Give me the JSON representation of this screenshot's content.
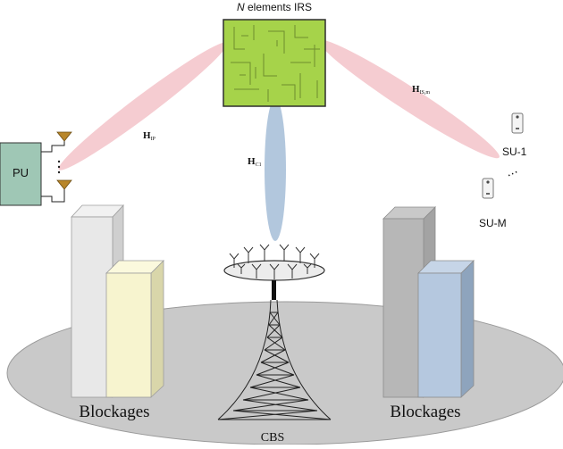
{
  "irs": {
    "label_italic": "N",
    "label_rest": " elements IRS",
    "surface_color": "#a6d34a"
  },
  "primary_user": {
    "label": "PU",
    "box_color": "#9fc7b5"
  },
  "channels": {
    "h_ip": {
      "main": "H",
      "sub": "IP"
    },
    "h_c1": {
      "main": "H",
      "sub": "C1"
    },
    "h_isn": {
      "main": "H",
      "sub": "IS,m"
    }
  },
  "secondary_users": {
    "first": "SU-1",
    "last": "SU-M",
    "ellipsis": "⋯"
  },
  "blockages": {
    "left": "Blockages",
    "right": "Blockages"
  },
  "base_station": {
    "label": "CBS"
  },
  "colors": {
    "beam_pink": "#f4c7cc",
    "beam_blue": "#aec4db",
    "ground": "#c9c9c9",
    "building_grey": "#e4e4e4",
    "building_yellow": "#f7f4cf",
    "building_dark": "#b7b7b7",
    "building_blue": "#b5c8df",
    "antenna_gold": "#b8862a"
  }
}
